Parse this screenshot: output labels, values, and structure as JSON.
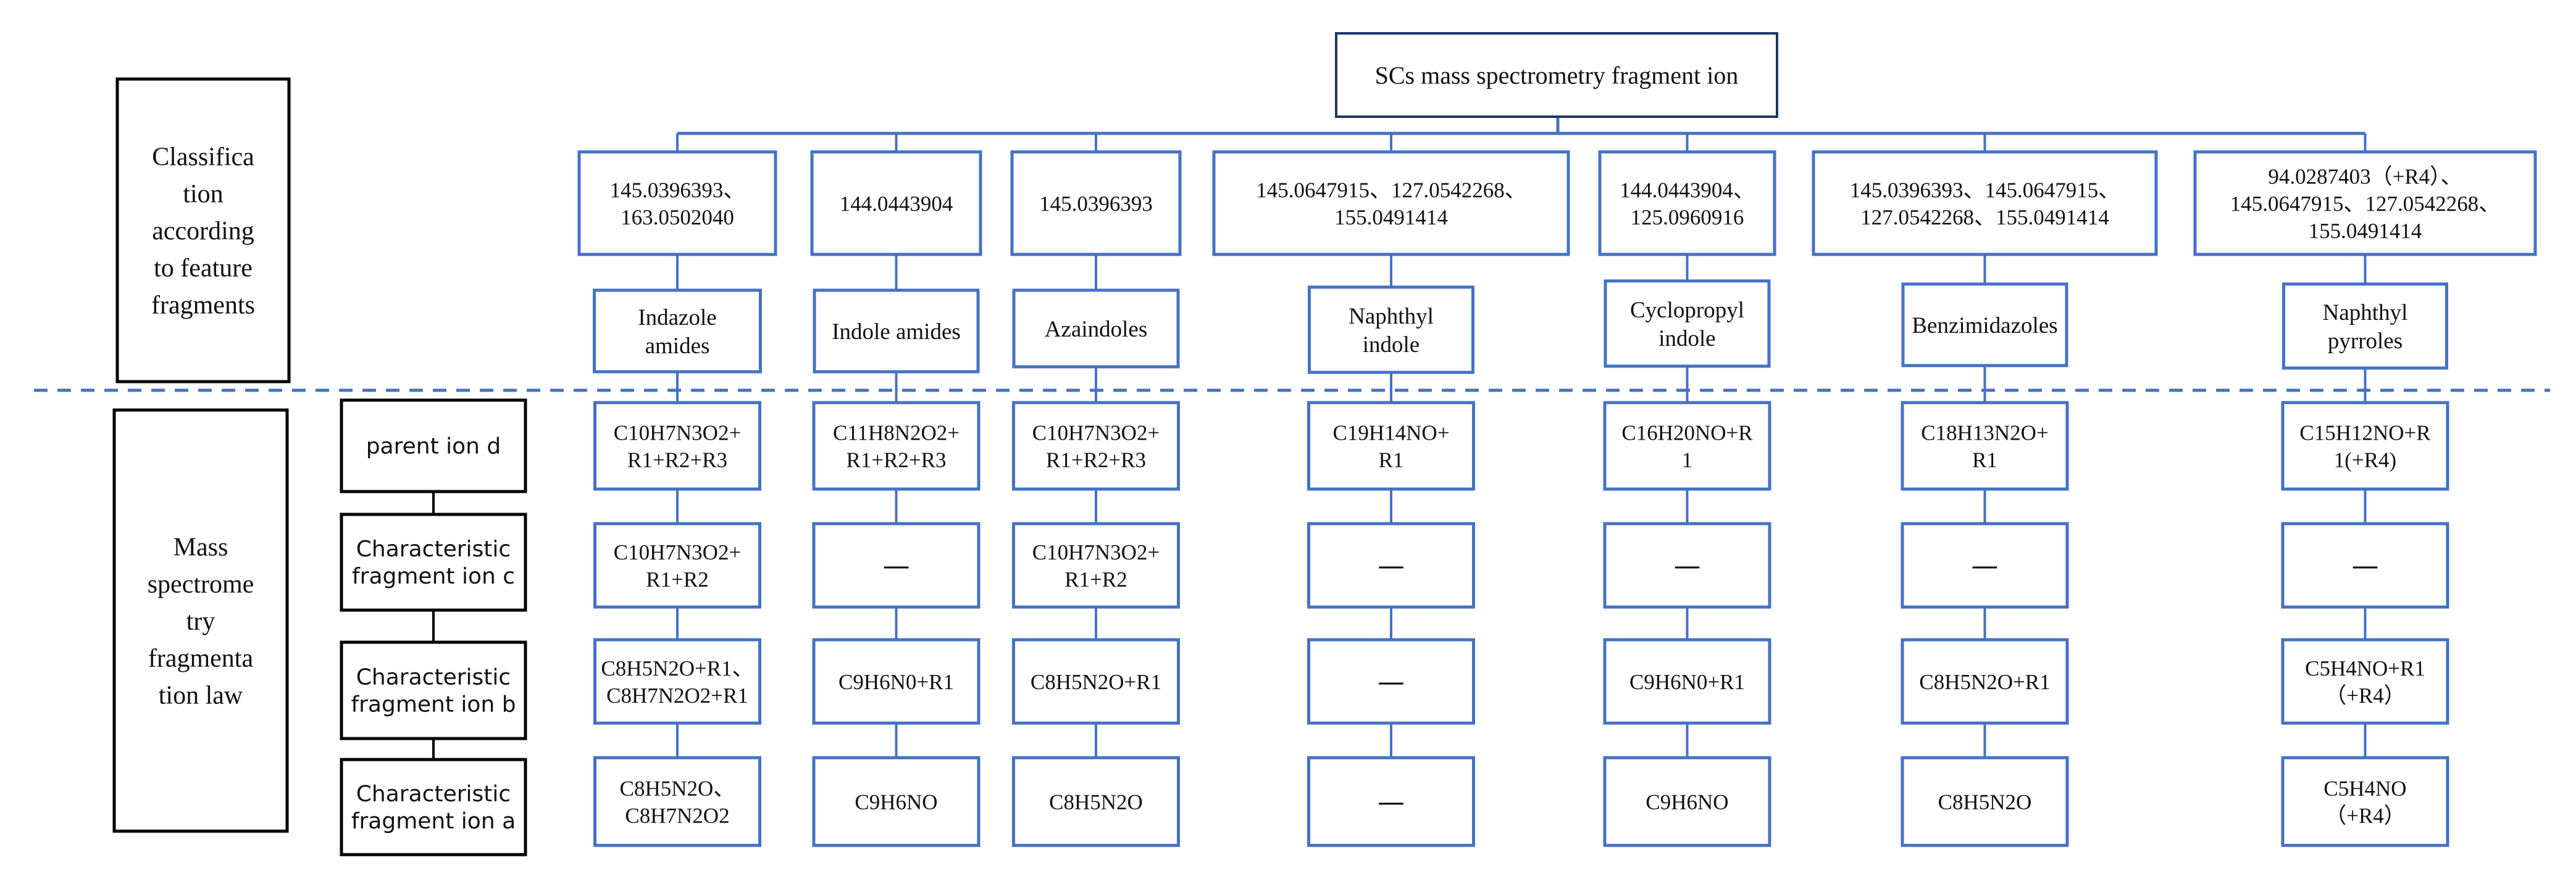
{
  "root": {
    "label": "SCs mass spectrometry fragment ion"
  },
  "left_labels": {
    "classification": [
      "Classifica",
      "tion",
      "according",
      "to feature",
      "fragments"
    ],
    "fragmentation": [
      "Mass",
      "spectrome",
      "try",
      "fragmenta",
      "tion law"
    ]
  },
  "row_labels": [
    [
      "parent ion d"
    ],
    [
      "Characteristic",
      "fragment ion c"
    ],
    [
      "Characteristic",
      "fragment ion b"
    ],
    [
      "Characteristic",
      "fragment ion a"
    ]
  ],
  "columns": [
    {
      "features": [
        "145.0396393、",
        "163.0502040"
      ],
      "class": [
        "Indazole",
        "amides"
      ],
      "ions": [
        [
          "C10H7N3O2+",
          "R1+R2+R3"
        ],
        [
          "C10H7N3O2+",
          "R1+R2"
        ],
        [
          "C8H5N2O+R1、",
          "C8H7N2O2+R1"
        ],
        [
          "C8H5N2O、",
          "C8H7N2O2"
        ]
      ]
    },
    {
      "features": [
        "144.0443904"
      ],
      "class": [
        "Indole amides"
      ],
      "ions": [
        [
          "C11H8N2O2+",
          "R1+R2+R3"
        ],
        [
          "—"
        ],
        [
          "C9H6N0+R1"
        ],
        [
          "C9H6NO"
        ]
      ]
    },
    {
      "features": [
        "145.0396393"
      ],
      "class": [
        "Azaindoles"
      ],
      "ions": [
        [
          "C10H7N3O2+",
          "R1+R2+R3"
        ],
        [
          "C10H7N3O2+",
          "R1+R2"
        ],
        [
          "C8H5N2O+R1"
        ],
        [
          "C8H5N2O"
        ]
      ]
    },
    {
      "features": [
        "145.0647915、127.0542268、",
        "155.0491414"
      ],
      "class": [
        "Naphthyl",
        "indole"
      ],
      "ions": [
        [
          "C19H14NO+",
          "R1"
        ],
        [
          "—"
        ],
        [
          "—"
        ],
        [
          "—"
        ]
      ]
    },
    {
      "features": [
        "144.0443904、",
        "125.0960916"
      ],
      "class": [
        "Cyclopropyl",
        "indole"
      ],
      "ions": [
        [
          "C16H20NO+R",
          "1"
        ],
        [
          "—"
        ],
        [
          "C9H6N0+R1"
        ],
        [
          "C9H6NO"
        ]
      ]
    },
    {
      "features": [
        "145.0396393、145.0647915、",
        "127.0542268、155.0491414"
      ],
      "class": [
        "Benzimidazoles"
      ],
      "ions": [
        [
          "C18H13N2O+",
          "R1"
        ],
        [
          "—"
        ],
        [
          "C8H5N2O+R1"
        ],
        [
          "C8H5N2O"
        ]
      ]
    },
    {
      "features": [
        "94.0287403（+R4）、",
        "145.0647915、127.0542268、",
        "155.0491414"
      ],
      "class": [
        "Naphthyl",
        "pyrroles"
      ],
      "ions": [
        [
          "C15H12NO+R",
          "1(+R4)"
        ],
        [
          "—"
        ],
        [
          "C5H4NO+R1",
          "（+R4）"
        ],
        [
          "C5H4NO",
          "（+R4）"
        ]
      ]
    }
  ],
  "colors": {
    "box_blue": "#4472C4",
    "line_blue": "#4472C4",
    "dash_blue": "#4472C4",
    "black": "#000000"
  }
}
